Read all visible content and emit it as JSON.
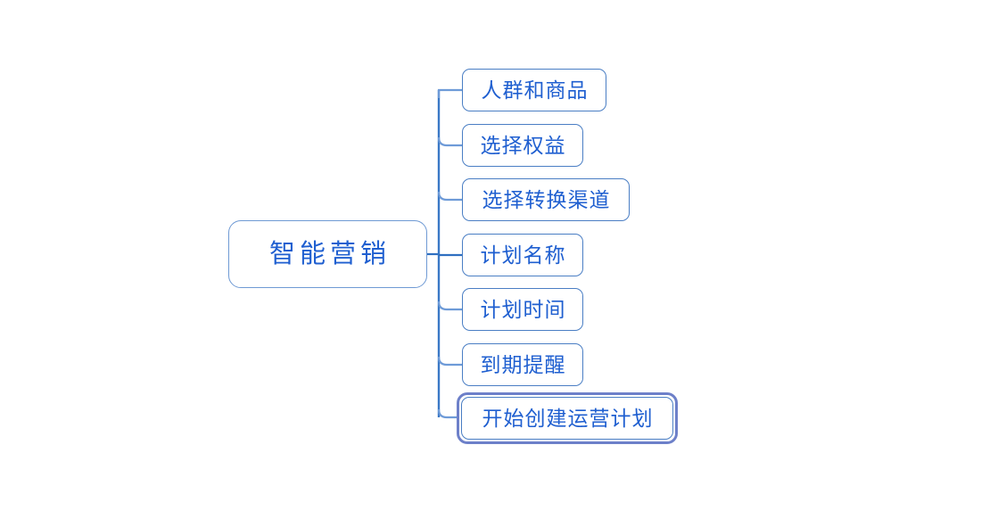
{
  "diagram": {
    "type": "mindmap",
    "orientation": "left-to-right",
    "root": {
      "label": "智能营销"
    },
    "children": [
      {
        "label": "人群和商品",
        "selected": false
      },
      {
        "label": "选择权益",
        "selected": false
      },
      {
        "label": "选择转换渠道",
        "selected": false
      },
      {
        "label": "计划名称",
        "selected": false
      },
      {
        "label": "计划时间",
        "selected": false
      },
      {
        "label": "到期提醒",
        "selected": false
      },
      {
        "label": "开始创建运营计划",
        "selected": true
      }
    ],
    "colors": {
      "background": "#ffffff",
      "node_border": "#4a7ec4",
      "root_border": "#6f9ad4",
      "text": "#1f5fd0",
      "connector": "#5b8fd0",
      "trunk": "#2f6fc0",
      "selection_border": "#6d80c9"
    }
  }
}
